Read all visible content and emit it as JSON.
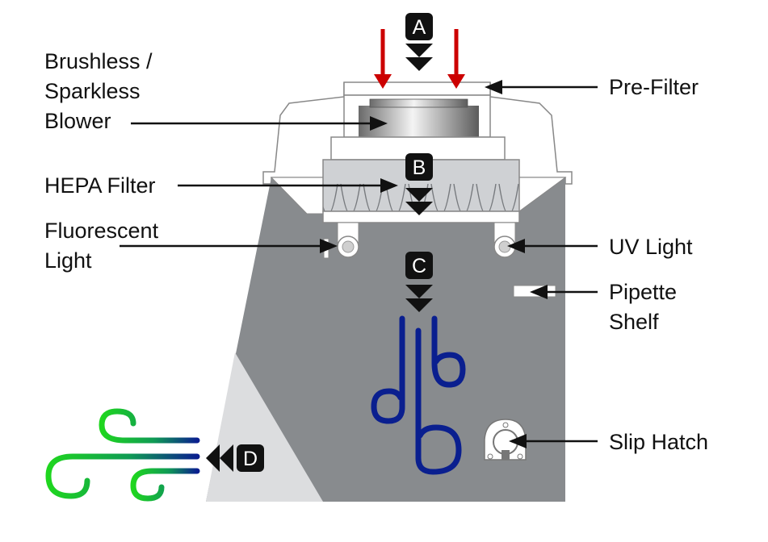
{
  "labels": {
    "blower": [
      "Brushless /",
      "Sparkless",
      "Blower"
    ],
    "hepa": [
      "HEPA Filter"
    ],
    "fluorescent": [
      "Fluorescent",
      "Light"
    ],
    "prefilter": [
      "Pre-Filter"
    ],
    "uv": [
      "UV Light"
    ],
    "pipette": [
      "Pipette",
      "Shelf"
    ],
    "slip": [
      "Slip Hatch"
    ]
  },
  "badges": {
    "a": "A",
    "b": "B",
    "c": "C",
    "d": "D"
  },
  "colors": {
    "cabinet": "#888b8e",
    "cabinet_light": "#dcdddf",
    "intake_arrow": "#cc0000",
    "airflow_blue": "#0a1f8f",
    "exhaust_green": "#2ecc1f",
    "badge": "#111111"
  }
}
